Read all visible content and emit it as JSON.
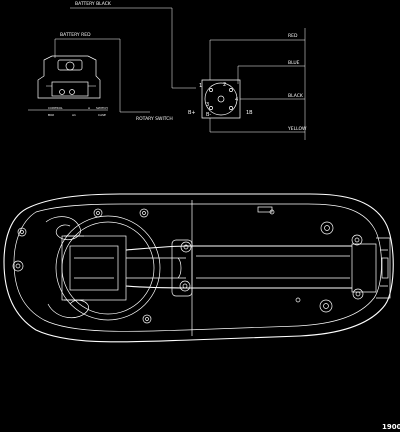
{
  "wiring": {
    "battery_black": "BATTERY BLACK",
    "battery_red": "BATTERY RED",
    "rotary_switch": "ROTARY SWITCH",
    "wires": [
      "RED",
      "BLUE",
      "BLACK",
      "YELLOW"
    ],
    "pins": [
      "B+",
      "1",
      "2",
      "3",
      "4",
      "B-",
      "1B"
    ],
    "small_labels": [
      "CONTROL",
      "BOX",
      "A1",
      "A",
      "SWITCH",
      "CASE"
    ]
  },
  "figure_number": "1900"
}
